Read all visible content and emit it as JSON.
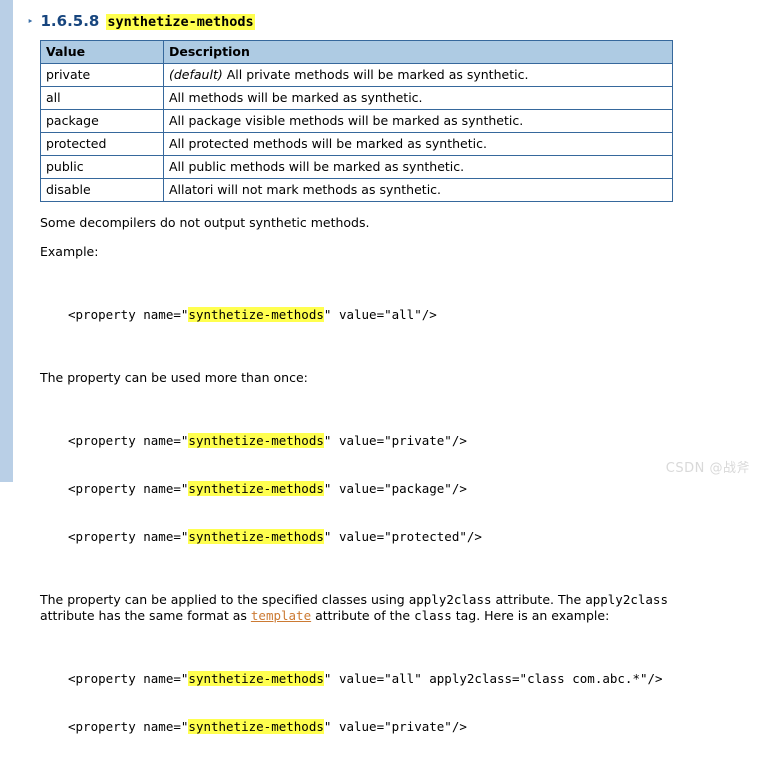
{
  "heading": {
    "bullet": "‣",
    "number": "1.6.5.8",
    "title": "synthetize-methods"
  },
  "table": {
    "headers": [
      "Value",
      "Description"
    ],
    "rows": [
      {
        "value": "private",
        "italic": "(default)",
        "desc": " All private methods will be marked as synthetic."
      },
      {
        "value": "all",
        "italic": "",
        "desc": "All methods will be marked as synthetic."
      },
      {
        "value": "package",
        "italic": "",
        "desc": "All package visible methods will be marked as synthetic."
      },
      {
        "value": "protected",
        "italic": "",
        "desc": "All protected methods will be marked as synthetic."
      },
      {
        "value": "public",
        "italic": "",
        "desc": "All public methods will be marked as synthetic."
      },
      {
        "value": "disable",
        "italic": "",
        "desc": "Allatori will not mark methods as synthetic."
      }
    ]
  },
  "paragraphs": {
    "note": "Some decompilers do not output synthetic methods.",
    "example_label": "Example:",
    "more_than_once": "The property can be used more than once:",
    "apply": {
      "seg1": "The property can be applied to the specified classes using ",
      "code1": "apply2class",
      "seg2": " attribute. The ",
      "code2": "apply2class",
      "seg3": " attribute has the same format as ",
      "link": "template",
      "seg4": " attribute of the ",
      "code3": "class",
      "seg5": " tag. Here is an example:"
    }
  },
  "code": {
    "example1": [
      {
        "pre": "<property name=\"",
        "hl": "synthetize-methods",
        "post": "\" value=\"all\"/>"
      }
    ],
    "example2": [
      {
        "pre": "<property name=\"",
        "hl": "synthetize-methods",
        "post": "\" value=\"private\"/>"
      },
      {
        "pre": "<property name=\"",
        "hl": "synthetize-methods",
        "post": "\" value=\"package\"/>"
      },
      {
        "pre": "<property name=\"",
        "hl": "synthetize-methods",
        "post": "\" value=\"protected\"/>"
      }
    ],
    "example3": [
      {
        "pre": "<property name=\"",
        "hl": "synthetize-methods",
        "post": "\" value=\"all\" apply2class=\"class com.abc.*\"/>"
      },
      {
        "pre": "<property name=\"",
        "hl": "synthetize-methods",
        "post": "\" value=\"private\"/>"
      }
    ]
  },
  "colors": {
    "highlight": "#ffff4f",
    "table_border": "#36689c",
    "table_header_bg": "#aecbe3",
    "heading_number": "#17457e",
    "link": "#cc7a33",
    "left_strip": "#b9cfe6"
  },
  "watermark": "CSDN @战斧"
}
